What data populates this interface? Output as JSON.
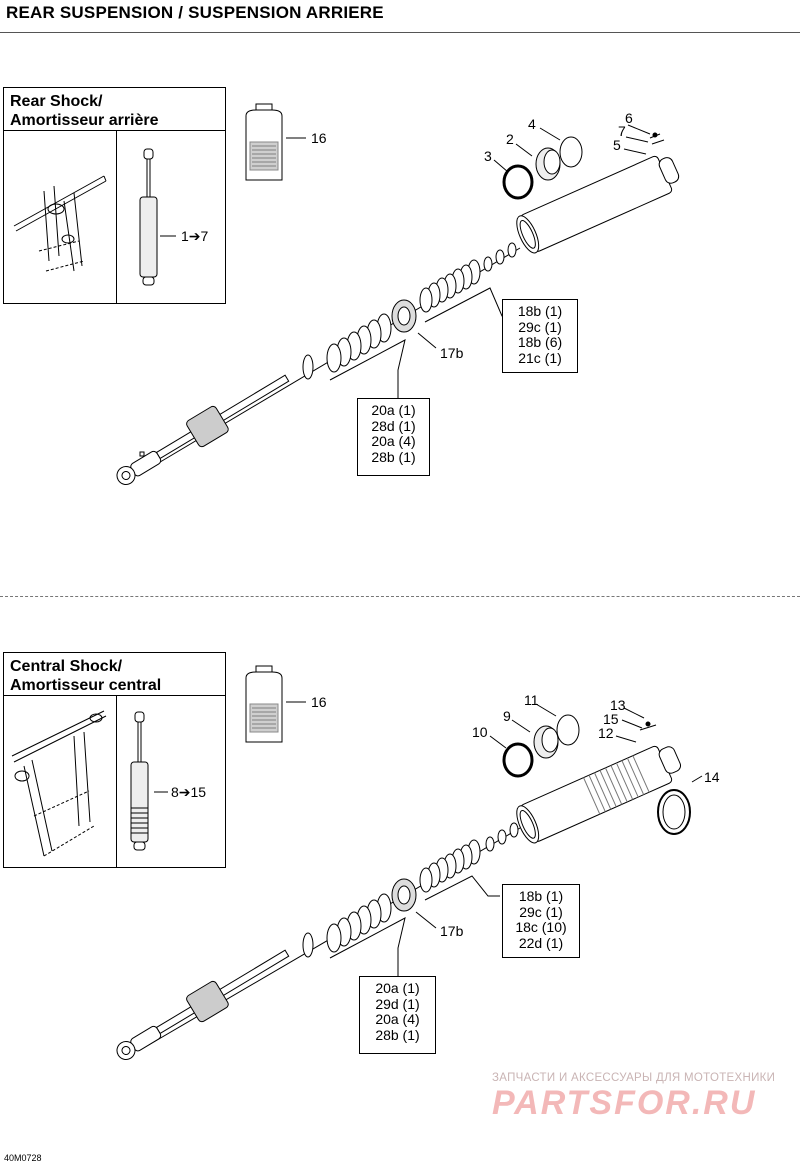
{
  "header": {
    "title": "REAR SUSPENSION / SUSPENSION ARRIERE"
  },
  "rear": {
    "box_title_line1": "Rear Shock/",
    "box_title_line2": "Amortisseur arrière",
    "range_label": "1➔7",
    "callouts": [
      "16",
      "4",
      "6",
      "7",
      "5",
      "2",
      "3",
      "17b"
    ],
    "kit_upper": [
      "18b (1)",
      "29c (1)",
      "18b (6)",
      "21c (1)"
    ],
    "kit_lower": [
      "20a (1)",
      "28d (1)",
      "20a (4)",
      "28b (1)"
    ]
  },
  "central": {
    "box_title_line1": "Central Shock/",
    "box_title_line2": "Amortisseur central",
    "range_label": "8➔15",
    "callouts": [
      "16",
      "11",
      "13",
      "15",
      "12",
      "9",
      "10",
      "14",
      "17b"
    ],
    "kit_upper": [
      "18b (1)",
      "29c (1)",
      "18c (10)",
      "22d (1)"
    ],
    "kit_lower": [
      "20a (1)",
      "29d (1)",
      "20a (4)",
      "28b (1)"
    ]
  },
  "footer": {
    "code": "40M0728"
  },
  "watermark": {
    "line1": "ЗАПЧАСТИ И АКСЕССУАРЫ ДЛЯ МОТОТЕХНИКИ",
    "line2": "PARTSFOR.RU"
  }
}
